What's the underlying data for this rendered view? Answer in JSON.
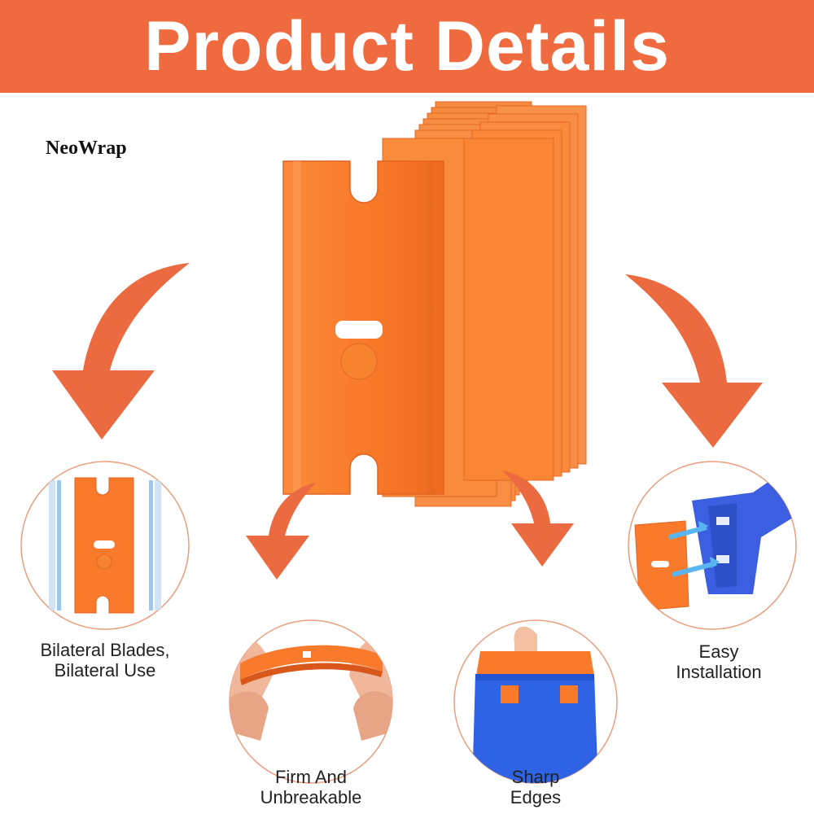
{
  "header": {
    "title": "Product Details"
  },
  "brand": {
    "name": "NeoWrap"
  },
  "colors": {
    "banner": "#ef6a3e",
    "arrow": "#ec6a40",
    "blade_orange": "#f97a2b",
    "handle_blue": "#3b5fe0",
    "circle_border": "#e9a080"
  },
  "features": [
    {
      "line1": "Bilateral Blades,",
      "line2": "Bilateral Use"
    },
    {
      "line1": "Firm And",
      "line2": "Unbreakable"
    },
    {
      "line1": "Sharp",
      "line2": "Edges"
    },
    {
      "line1": "Easy",
      "line2": "Installation"
    }
  ]
}
